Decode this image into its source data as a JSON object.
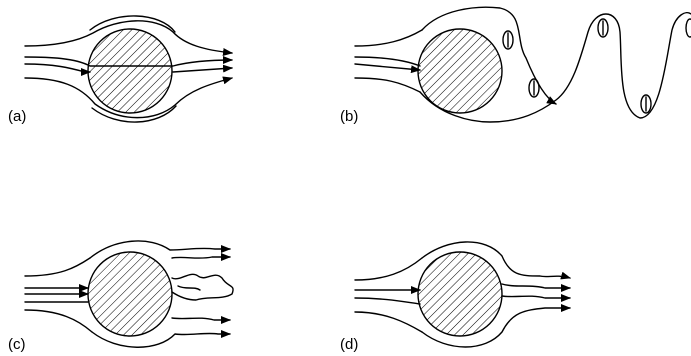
{
  "panels": [
    {
      "label": "(a)"
    },
    {
      "label": "(b)"
    },
    {
      "label": "(c)"
    },
    {
      "label": "(d)"
    }
  ],
  "colors": {
    "line": "#000000",
    "background": "#ffffff"
  }
}
